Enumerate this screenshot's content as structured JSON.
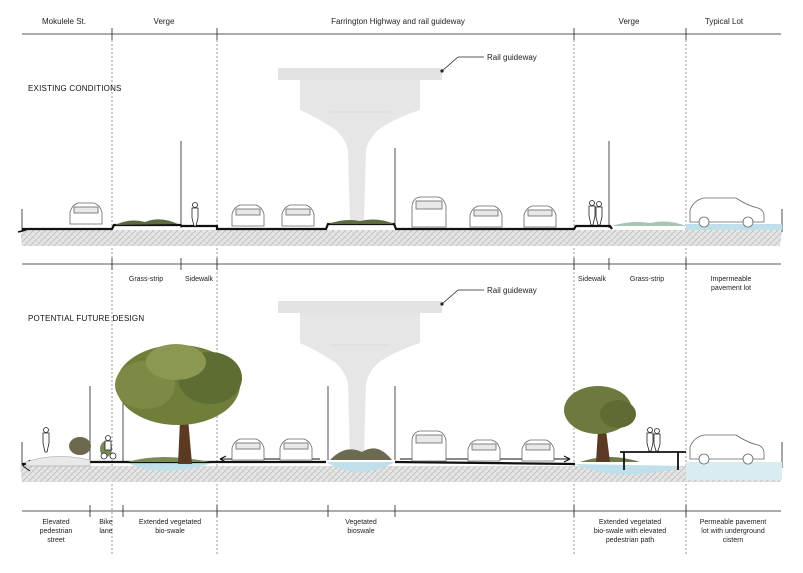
{
  "header": {
    "zones": [
      "Mokulele St.",
      "Verge",
      "Farrington Highway and rail guideway",
      "Verge",
      "Typical Lot"
    ]
  },
  "existing": {
    "title": "EXISTING CONDITIONS",
    "callout": "Rail guideway",
    "labels": {
      "grass_left": "Grass-strip",
      "sidewalk_left": "Sidewalk",
      "sidewalk_right": "Sidewalk",
      "grass_right": "Grass-strip",
      "lot_line1": "Impermeable",
      "lot_line2": "pavement lot"
    }
  },
  "future": {
    "title": "POTENTIAL FUTURE DESIGN",
    "callout": "Rail guideway",
    "labels": {
      "elevated_line1": "Elevated",
      "elevated_line2": "pedestrian",
      "elevated_line3": "street",
      "bike_line1": "Bike",
      "bike_line2": "lane",
      "biosw_line1": "Extended vegetated",
      "biosw_line2": "bio-swale",
      "veg_line1": "Vegetated",
      "veg_line2": "bioswale",
      "ext_line1": "Extended vegetated",
      "ext_line2": "bio-swale with elevated",
      "ext_line3": "pedestrian path",
      "perm_line1": "Permeable pavement",
      "perm_line2": "lot with underground",
      "perm_line3": "cistern"
    }
  },
  "colors": {
    "ground": "#dcdcdc",
    "road": "#111111",
    "water": "#bfe0ea",
    "guideway": "#e2e2e2",
    "tree_canopy": "#6f7f3a",
    "trunk": "#5a3a22"
  }
}
